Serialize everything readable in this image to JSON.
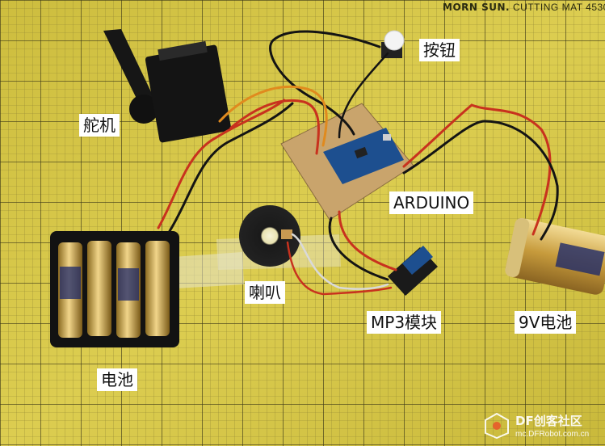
{
  "mat": {
    "brand_bold": "MORN SUN.",
    "brand_rest": "CUTTING MAT 4530"
  },
  "labels": {
    "button": "按钮",
    "servo": "舵机",
    "arduino": "ARDUINO",
    "speaker": "喇叭",
    "mp3_module": "MP3模块",
    "battery_9v": "9V电池",
    "battery_pack": "电池"
  },
  "watermark": {
    "brand": "DF创客社区",
    "url": "mc.DFRobot.com.cn"
  },
  "colors": {
    "mat": "#d8c84a",
    "grid": "#3e3a18",
    "wire_red": "#c8321e",
    "wire_black": "#141414",
    "wire_orange": "#e08a1e",
    "arduino_board": "#1d4f8f"
  }
}
